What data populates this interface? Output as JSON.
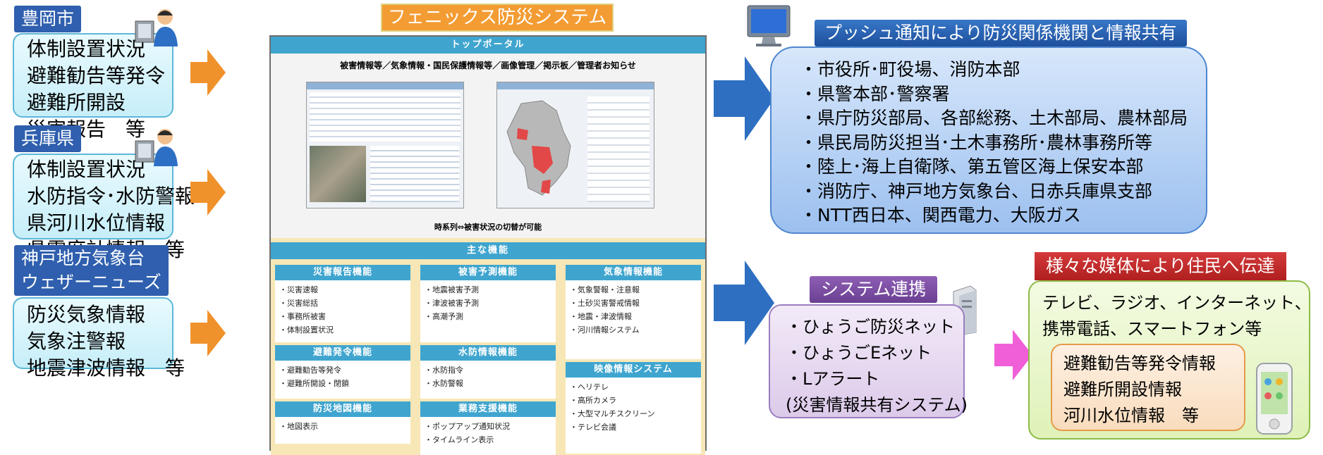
{
  "left": {
    "toyooka": {
      "tag": "豊岡市",
      "items": [
        "体制設置状況",
        "避難勧告等発令",
        "避難所開設",
        "災害報告　等"
      ]
    },
    "hyogo": {
      "tag": "兵庫県",
      "items": [
        "体制設置状況",
        "水防指令･水防警報",
        "県河川水位情報",
        "県震度計情報　等"
      ]
    },
    "kobe": {
      "tag_lines": [
        "神戸地方気象台",
        "ウェザーニューズ"
      ],
      "items": [
        "防災気象情報",
        "気象注警報",
        "地震津波情報　等"
      ]
    }
  },
  "center": {
    "title": "フェニックス防災システム",
    "portal_title": "トップポータル",
    "portal_menu": "被害情報等／気象情報・国民保護情報等／画像管理／掲示板／管理者お知らせ",
    "portal_caption": "時系列⇔被害状況の切替が可能",
    "main_functions": "主な機能",
    "columns": [
      {
        "blocks": [
          {
            "head": "災害報告機能",
            "items": [
              "・災害速報",
              "・災害総括",
              "・事務所被害",
              "・体制設置状況"
            ]
          },
          {
            "head": "避難発令機能",
            "items": [
              "・避難勧告等発令",
              "・避難所開設・閉鎖"
            ]
          },
          {
            "head": "防災地図機能",
            "items": [
              "・地図表示"
            ]
          }
        ]
      },
      {
        "blocks": [
          {
            "head": "被害予測機能",
            "items": [
              "・地震被害予測",
              "・津波被害予測",
              "・高潮予測"
            ]
          },
          {
            "head": "水防情報機能",
            "items": [
              "・水防指令",
              "・水防警報"
            ]
          },
          {
            "head": "業務支援機能",
            "items": [
              "・ポップアップ通知状況",
              "・タイムライン表示"
            ]
          }
        ]
      },
      {
        "blocks": [
          {
            "head": "気象情報機能",
            "items": [
              "・気象警報・注意報",
              "・土砂災害警戒情報",
              "・地震・津波情報",
              "・河川情報システム"
            ]
          },
          {
            "head": "映像情報システム",
            "items": [
              "・ヘリテレ",
              "・高所カメラ",
              "・大型マルチスクリーン",
              "・テレビ会議"
            ]
          }
        ]
      }
    ]
  },
  "right": {
    "push": {
      "title": "プッシュ通知により防災関係機関と情報共有",
      "items": [
        "・市役所･町役場、消防本部",
        "・県警本部･警察署",
        "・県庁防災部局、各部総務、土木部局、農林部局",
        "・県民局防災担当･土木事務所･農林事務所等",
        "・陸上･海上自衛隊、第五管区海上保安本部",
        "・消防庁、神戸地方気象台、日赤兵庫県支部",
        "・NTT西日本、関西電力、大阪ガス"
      ]
    },
    "system": {
      "title": "システム連携",
      "items": [
        "・ひょうご防災ネット",
        "・ひょうごEネット",
        "・Lアラート",
        "(災害情報共有システム)"
      ]
    },
    "media": {
      "title": "様々な媒体により住民へ伝達",
      "lines": [
        "テレビ、ラジオ、インターネット、",
        "携帯電話、スマートフォン等"
      ],
      "inner": [
        "避難勧告等発令情報",
        "避難所開設情報",
        "河川水位情報　等"
      ]
    }
  },
  "colors": {
    "arrow_orange": "#f0922b",
    "arrow_blue": "#2e6fc2",
    "arrow_pink": "#f05fd8",
    "tag_blue": "#2f5fae",
    "portal_header": "#3fa5cf",
    "media_red": "#c62828"
  }
}
